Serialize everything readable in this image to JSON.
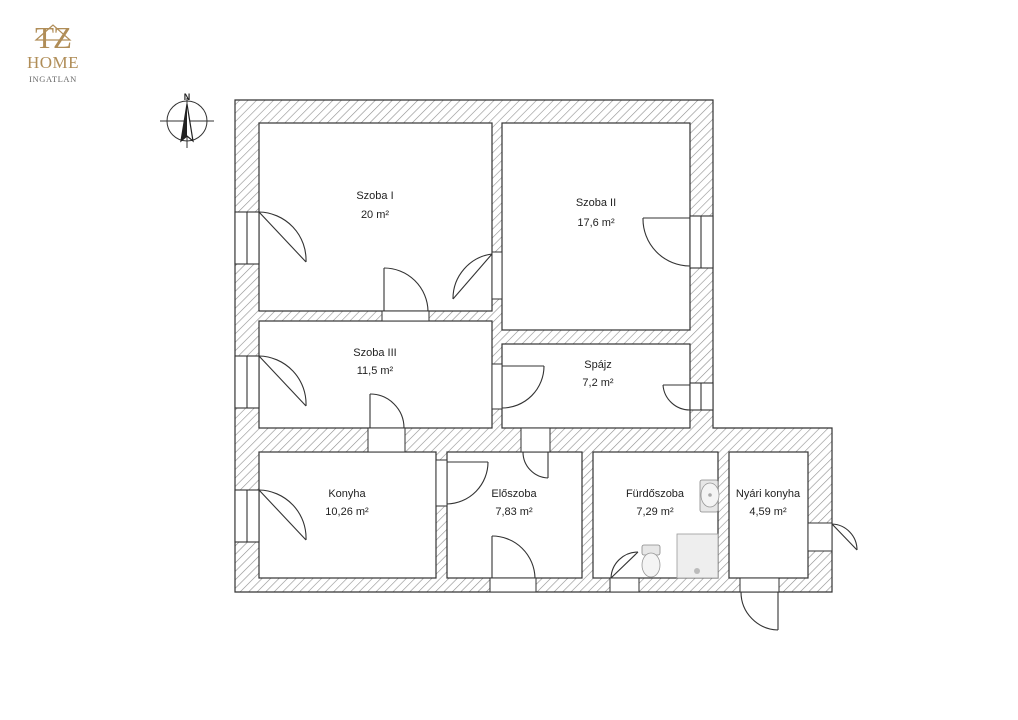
{
  "logo": {
    "mark": "TZ",
    "brand": "HOME",
    "subtitle": "INGATLAN",
    "color": "#b08d57"
  },
  "compass": {
    "icon": "north-arrow-icon",
    "letter": "N"
  },
  "colors": {
    "wall_hatch": "#9a9a9a",
    "line": "#333333"
  },
  "rooms": [
    {
      "id": "szoba-1",
      "name": "Szoba I",
      "area": "20 m²"
    },
    {
      "id": "szoba-2",
      "name": "Szoba II",
      "area": "17,6 m²"
    },
    {
      "id": "szoba-3",
      "name": "Szoba III",
      "area": "11,5 m²"
    },
    {
      "id": "spajz",
      "name": "Spájz",
      "area": "7,2 m²"
    },
    {
      "id": "konyha",
      "name": "Konyha",
      "area": "10,26 m²"
    },
    {
      "id": "eloszoba",
      "name": "Előszoba",
      "area": "7,83 m²"
    },
    {
      "id": "furdoszoba",
      "name": "Fürdőszoba",
      "area": "7,29 m²"
    },
    {
      "id": "nyari-konyha",
      "name": "Nyári konyha",
      "area": "4,59 m²"
    }
  ]
}
